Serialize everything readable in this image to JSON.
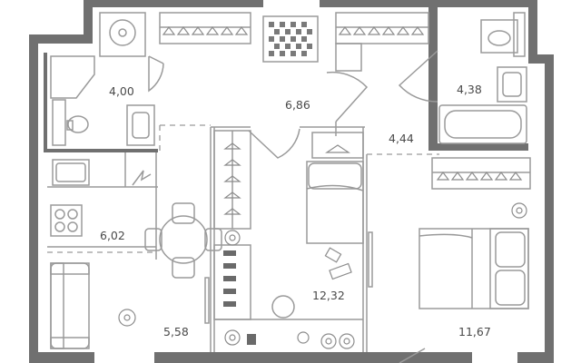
{
  "rooms": [
    {
      "id": "bathroom-1",
      "area": "4,00"
    },
    {
      "id": "hall",
      "area": "6,86"
    },
    {
      "id": "bathroom-2",
      "area": "4,38"
    },
    {
      "id": "corridor",
      "area": "4,44"
    },
    {
      "id": "kitchen",
      "area": "6,02"
    },
    {
      "id": "bedroom-small",
      "area": "12,32"
    },
    {
      "id": "living",
      "area": "5,58"
    },
    {
      "id": "bedroom-large",
      "area": "11,67"
    }
  ],
  "colors": {
    "wall": "#707070",
    "line": "#9a9a9a",
    "fixture": "#8c8c8c",
    "text": "#4a4a4a"
  }
}
